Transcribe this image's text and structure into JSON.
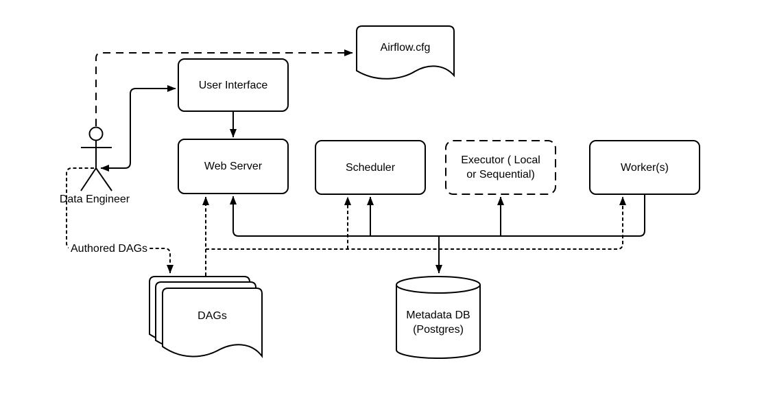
{
  "nodes": {
    "user_interface": {
      "label": "User Interface"
    },
    "web_server": {
      "label": "Web Server"
    },
    "scheduler": {
      "label": "Scheduler"
    },
    "executor": {
      "line1": "Executor ( Local",
      "line2": "or Sequential)"
    },
    "workers": {
      "label": "Worker(s)"
    },
    "airflow_cfg": {
      "label": "Airflow.cfg"
    },
    "dags": {
      "label": "DAGs"
    },
    "metadata_db": {
      "line1": "Metadata DB",
      "line2": "(Postgres)"
    },
    "data_engineer": {
      "label": "Data Engineer"
    }
  },
  "edges": {
    "authored_dags": {
      "label": "Authored DAGs"
    }
  },
  "colors": {
    "stroke": "#000000",
    "background": "#ffffff"
  }
}
